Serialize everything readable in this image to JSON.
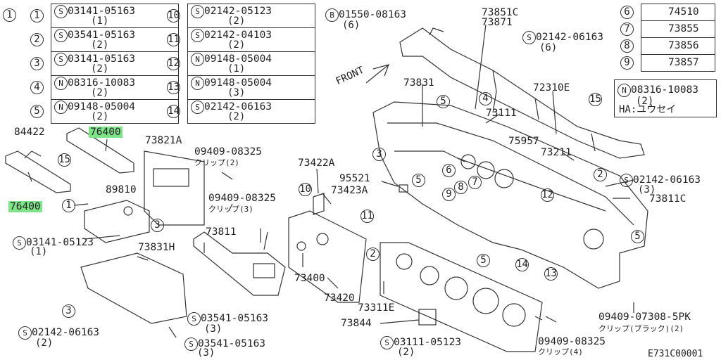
{
  "table1": [
    {
      "idx": "1",
      "prefix": "S",
      "part": "03141-05163",
      "qty": "(1)"
    },
    {
      "idx": "2",
      "prefix": "S",
      "part": "03541-05163",
      "qty": "(2)"
    },
    {
      "idx": "3",
      "prefix": "S",
      "part": "03141-05163",
      "qty": "(2)"
    },
    {
      "idx": "4",
      "prefix": "N",
      "part": "08316-10083",
      "qty": "(2)"
    },
    {
      "idx": "5",
      "prefix": "N",
      "part": "09148-05004",
      "qty": "(2)"
    }
  ],
  "table2": [
    {
      "idx": "10",
      "prefix": "S",
      "part": "02142-05123",
      "qty": "(2)"
    },
    {
      "idx": "11",
      "prefix": "S",
      "part": "02142-04103",
      "qty": "(2)"
    },
    {
      "idx": "12",
      "prefix": "N",
      "part": "09148-05004",
      "qty": "(1)"
    },
    {
      "idx": "13",
      "prefix": "N",
      "part": "09148-05004",
      "qty": "(3)"
    },
    {
      "idx": "14",
      "prefix": "S",
      "part": "02142-06163",
      "qty": "(2)"
    }
  ],
  "table3": [
    {
      "idx": "6",
      "part": "74510"
    },
    {
      "idx": "7",
      "part": "73855"
    },
    {
      "idx": "8",
      "part": "73856"
    },
    {
      "idx": "9",
      "part": "73857"
    }
  ],
  "box15": {
    "idx": "15",
    "prefix": "N",
    "part": "08316-10083",
    "qty": "(2)",
    "note": "HA:ユウセイ"
  },
  "labels": {
    "front": "FRONT",
    "b_part": "01550-08163",
    "b_qty": "(6)",
    "p73851c": "73851C",
    "p73871": "73871",
    "s_02142_06163_top": "02142-06163",
    "s_02142_06163_top_qty": "(6)",
    "p73831": "73831",
    "p72310e": "72310E",
    "p73111": "73111",
    "p75957": "75957",
    "p73211": "73211",
    "p84422": "84422",
    "p76400_a": "76400",
    "p76400_b": "76400",
    "p73821a": "73821A",
    "p09409_08325_a": "09409-08325",
    "clip2": "クリップ(2)",
    "p89810": "89810",
    "p09409_08325_b": "09409-08325",
    "clip3": "クリップ(3)",
    "p73422a": "73422A",
    "p95521": "95521",
    "p73423a": "73423A",
    "s_02142_06163_right": "02142-06163",
    "s_02142_06163_right_qty": "(3)",
    "p73811c": "73811C",
    "s_03141_05123": "03141-05123",
    "s_03141_05123_qty": "(1)",
    "p73831h": "73831H",
    "p73811": "73811",
    "p73400": "73400",
    "p73420": "73420",
    "p73311e": "73311E",
    "p73844": "73844",
    "s_02142_06163_bl": "02142-06163",
    "s_02142_06163_bl_qty": "(2)",
    "s_03541_05163_a": "03541-05163",
    "s_03541_05163_a_qty": "(3)",
    "s_03541_05163_b": "03541-05163",
    "s_03541_05163_b_qty": "(3)",
    "s_03111_05123": "03111-05123",
    "s_03111_05123_qty": "(2)",
    "p09409_08325_c": "09409-08325",
    "clip4": "クリップ(4)",
    "p09409_07308": "09409-07308-5PK",
    "clip_black": "クリップ(ブラック)(2)",
    "code": "E731C00001"
  },
  "callouts": [
    "1",
    "2",
    "3",
    "4",
    "5",
    "6",
    "7",
    "8",
    "9",
    "10",
    "11",
    "12",
    "13",
    "14",
    "15"
  ],
  "highlight_color": "#7fe38a"
}
